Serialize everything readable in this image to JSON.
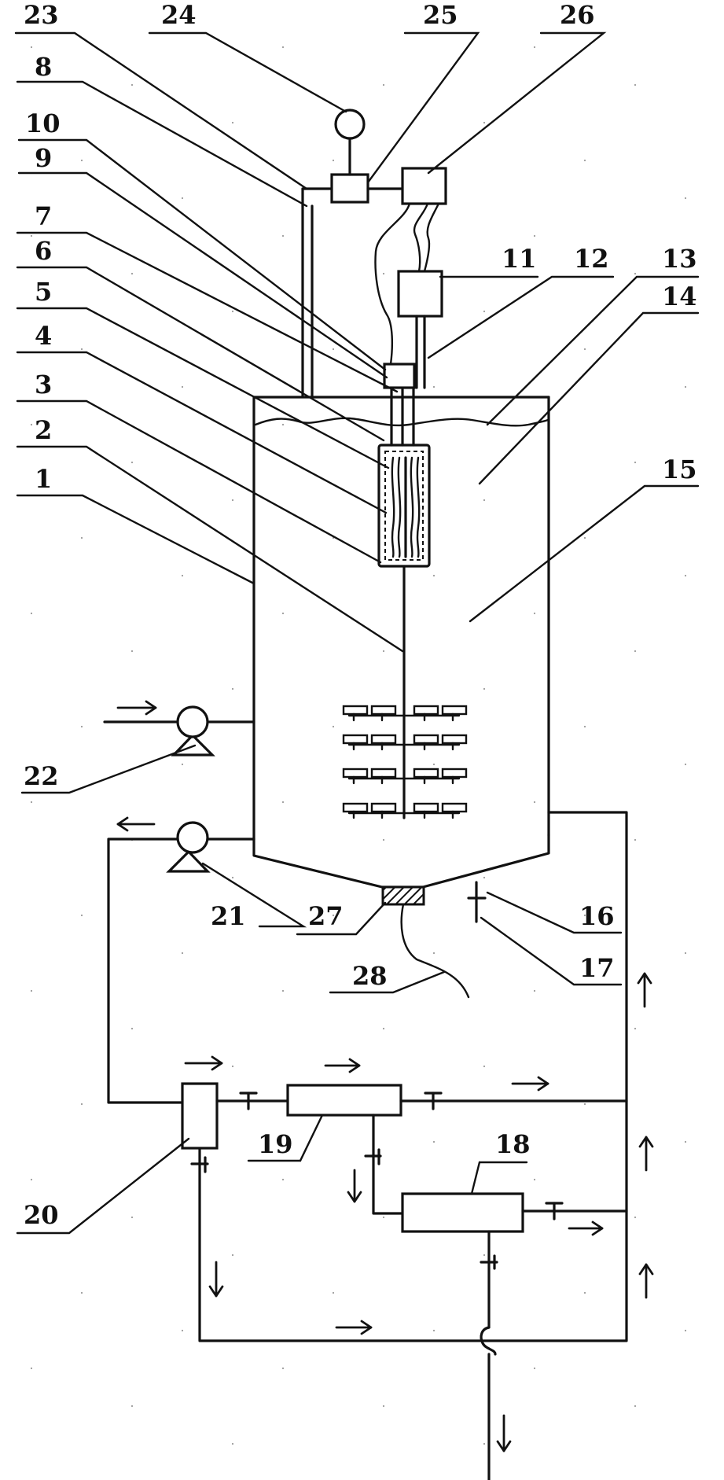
{
  "labels": {
    "l1": "1",
    "l2": "2",
    "l3": "3",
    "l4": "4",
    "l5": "5",
    "l6": "6",
    "l7": "7",
    "l8": "8",
    "l9": "9",
    "l10": "10",
    "l11": "11",
    "l12": "12",
    "l13": "13",
    "l14": "14",
    "l15": "15",
    "l16": "16",
    "l17": "17",
    "l18": "18",
    "l19": "19",
    "l20": "20",
    "l21": "21",
    "l22": "22",
    "l23": "23",
    "l24": "24",
    "l25": "25",
    "l26": "26",
    "l27": "27",
    "l28": "28"
  },
  "colors": {
    "ink": "#111111",
    "background": "#ffffff",
    "hatch": "#111111"
  }
}
